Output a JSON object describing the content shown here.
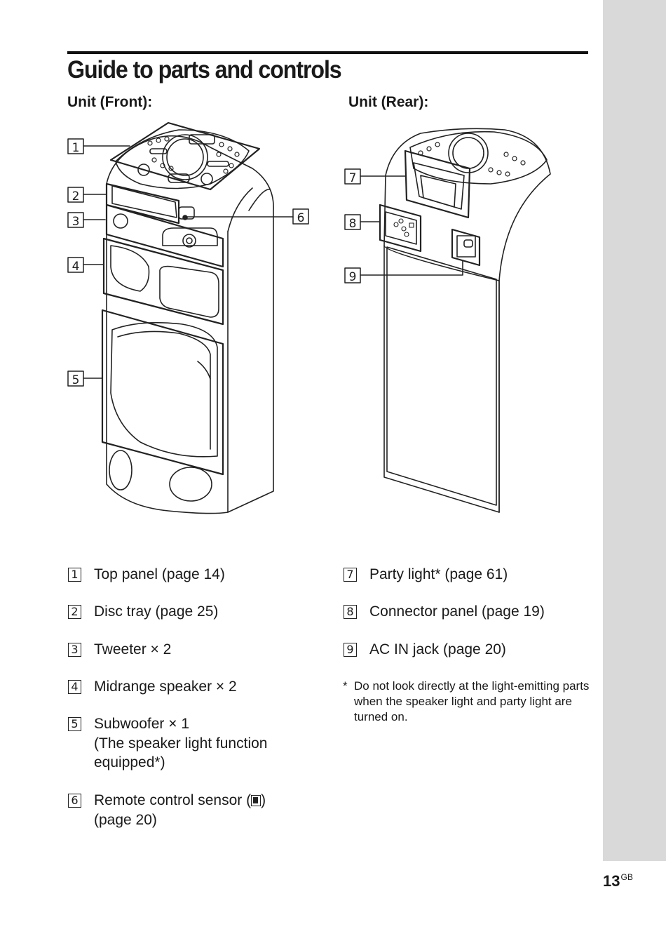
{
  "title": "Guide to parts and controls",
  "front_heading": "Unit (Front):",
  "rear_heading": "Unit (Rear):",
  "callouts": [
    "1",
    "2",
    "3",
    "4",
    "5",
    "6",
    "7",
    "8",
    "9"
  ],
  "parts_left": [
    {
      "num": "1",
      "lines": [
        "Top panel (page 14)"
      ]
    },
    {
      "num": "2",
      "lines": [
        "Disc tray (page 25)"
      ]
    },
    {
      "num": "3",
      "lines": [
        "Tweeter × 2"
      ]
    },
    {
      "num": "4",
      "lines": [
        "Midrange speaker × 2"
      ]
    },
    {
      "num": "5",
      "lines": [
        "Subwoofer × 1",
        "(The speaker light function",
        "equipped*)"
      ]
    },
    {
      "num": "6",
      "line1_before": "Remote control sensor (",
      "line1_after": ")",
      "line2": "(page 20)"
    }
  ],
  "parts_right": [
    {
      "num": "7",
      "lines": [
        "Party light* (page 61)"
      ]
    },
    {
      "num": "8",
      "lines": [
        "Connector panel (page 19)"
      ]
    },
    {
      "num": "9",
      "lines": [
        "AC IN jack (page 20)"
      ]
    }
  ],
  "footnote": {
    "mark": "*",
    "text": "Do not look directly at the light-emitting parts when the speaker light and party light are turned on."
  },
  "page": {
    "number": "13",
    "suffix": "GB"
  }
}
